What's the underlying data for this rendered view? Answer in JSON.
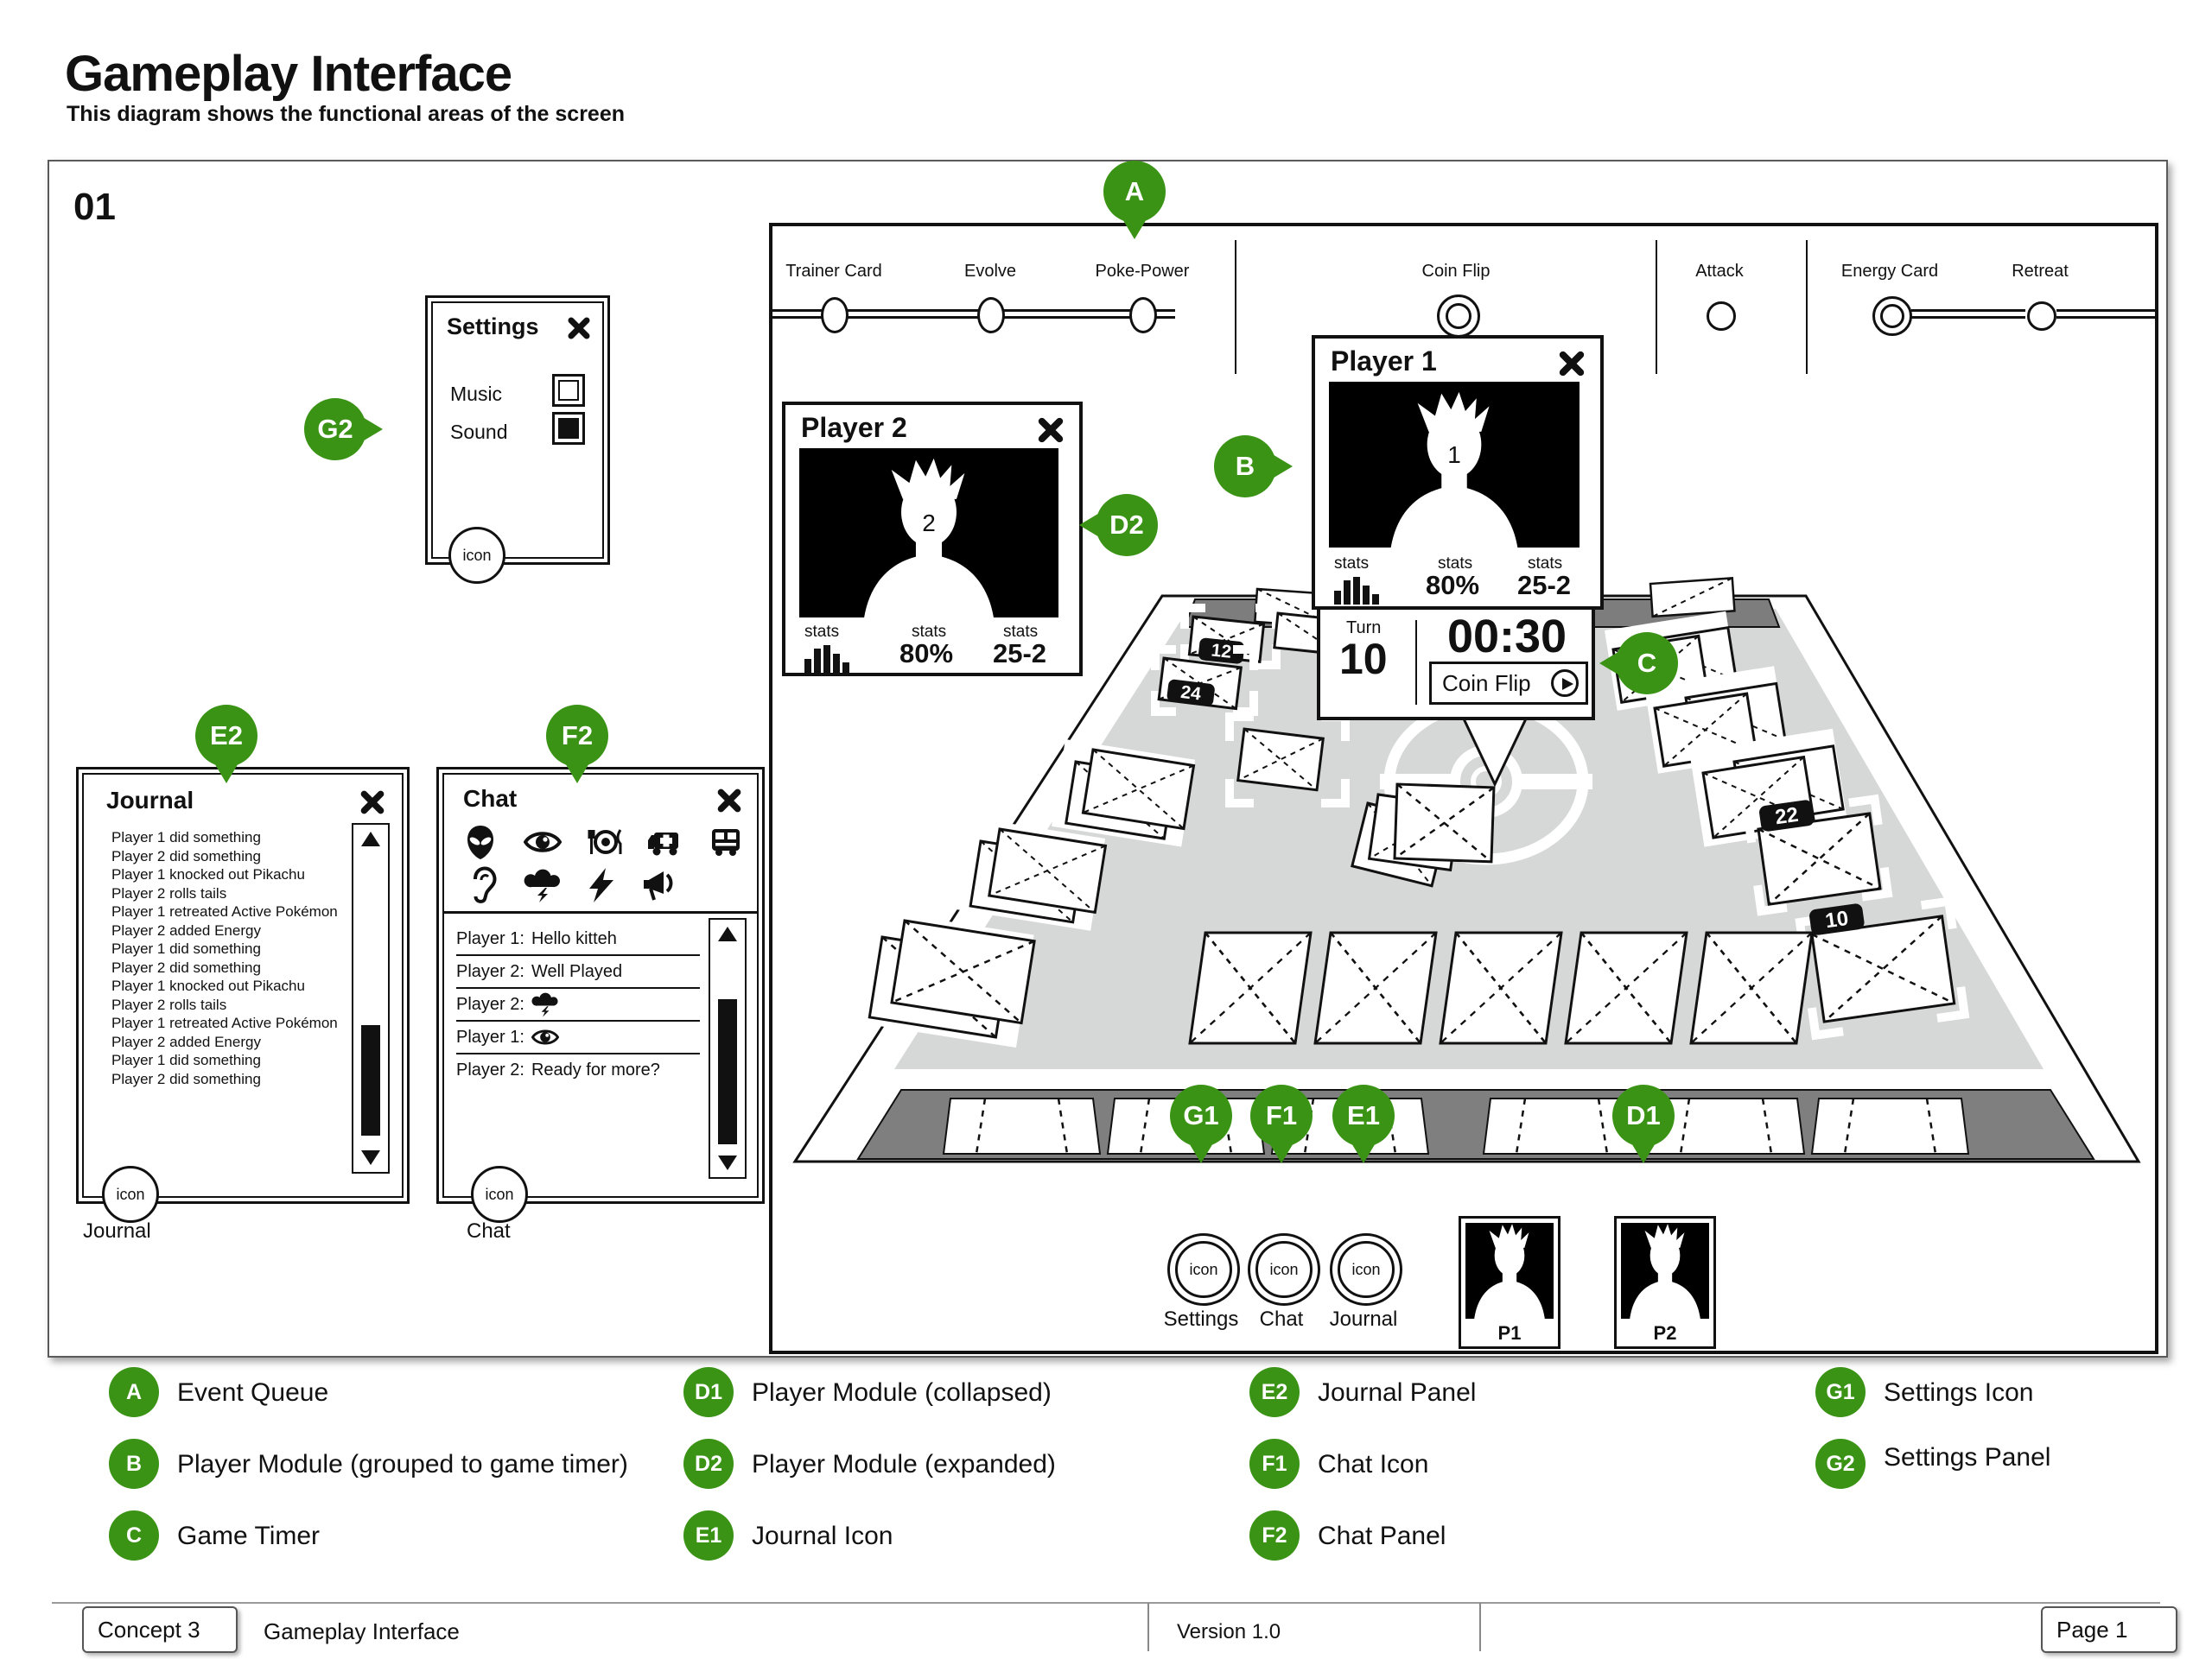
{
  "header": {
    "title": "Gameplay Interface",
    "subtitle": "This diagram shows the functional areas of the screen"
  },
  "frame": {
    "number": "01"
  },
  "colors": {
    "accent_green": "#3a9315",
    "field_gray": "#d6d8d7",
    "band_gray": "#7f7f7f"
  },
  "event_queue": {
    "labels": [
      "Trainer Card",
      "Evolve",
      "Poke-Power",
      "Coin Flip",
      "Attack",
      "Energy Card",
      "Retreat"
    ]
  },
  "settings_panel": {
    "title": "Settings",
    "music_label": "Music",
    "sound_label": "Sound",
    "music_checked": false,
    "sound_checked": true,
    "icon_label": "icon"
  },
  "player2_panel": {
    "title": "Player 2",
    "avatar_number": "2",
    "stats_label": "stats",
    "win_pct": "80%",
    "record": "25-2"
  },
  "player1_panel": {
    "title": "Player 1",
    "avatar_number": "1",
    "stats_label": "stats",
    "win_pct": "80%",
    "record": "25-2"
  },
  "game_timer": {
    "turn_label": "Turn",
    "turn_value": "10",
    "time": "00:30",
    "coin_flip_label": "Coin Flip"
  },
  "journal_panel": {
    "title": "Journal",
    "icon_label": "icon",
    "caption": "Journal",
    "entries": [
      "Player 1 did something",
      "Player 2 did something",
      "Player 1 knocked out Pikachu",
      "Player 2 rolls tails",
      "Player 1 retreated Active Pokémon",
      "Player 2 added Energy",
      "Player 1 did something",
      "Player 2 did something",
      "Player 1 knocked out Pikachu",
      "Player 2 rolls tails",
      "Player 1 retreated Active Pokémon",
      "Player 2 added Energy",
      "Player 1 did something",
      "Player 2 did something"
    ]
  },
  "chat_panel": {
    "title": "Chat",
    "icon_label": "icon",
    "caption": "Chat",
    "emoji_icons": [
      "alien",
      "eye",
      "meal",
      "ambulance",
      "bus",
      "ear",
      "storm-cloud",
      "lightning-bolt",
      "megaphone"
    ],
    "messages": [
      {
        "author": "Player 1:",
        "text": "Hello kitteh",
        "icon": ""
      },
      {
        "author": "Player 2:",
        "text": "Well Played",
        "icon": ""
      },
      {
        "author": "Player 2:",
        "text": "",
        "icon": "storm-cloud"
      },
      {
        "author": "Player 1:",
        "text": "",
        "icon": "eye"
      },
      {
        "author": "Player 2:",
        "text": "Ready for more?",
        "icon": ""
      }
    ]
  },
  "board": {
    "badges": {
      "deck_top": "12",
      "deck_bottom": "24",
      "bench_top": "22",
      "bench_bottom": "10"
    },
    "dock": {
      "icon_label": "icon",
      "settings_label": "Settings",
      "chat_label": "Chat",
      "journal_label": "Journal",
      "p1_label": "P1",
      "p2_label": "P2"
    }
  },
  "markers": {
    "a": "A",
    "b": "B",
    "c": "C",
    "d1": "D1",
    "d2": "D2",
    "e1": "E1",
    "e2": "E2",
    "f1": "F1",
    "f2": "F2",
    "g1": "G1",
    "g2": "G2"
  },
  "legend": [
    {
      "key": "A",
      "label": "Event Queue"
    },
    {
      "key": "B",
      "label": "Player Module (grouped to game timer)"
    },
    {
      "key": "C",
      "label": "Game Timer"
    },
    {
      "key": "D1",
      "label": "Player Module (collapsed)"
    },
    {
      "key": "D2",
      "label": "Player Module (expanded)"
    },
    {
      "key": "E1",
      "label": "Journal Icon"
    },
    {
      "key": "E2",
      "label": "Journal Panel"
    },
    {
      "key": "F1",
      "label": "Chat Icon"
    },
    {
      "key": "F2",
      "label": "Chat Panel"
    },
    {
      "key": "G1",
      "label": "Settings Icon"
    },
    {
      "key": "G2",
      "label": "Settings Panel"
    }
  ],
  "footer": {
    "concept": "Concept 3",
    "title": "Gameplay Interface",
    "version": "Version 1.0",
    "page": "Page 1"
  }
}
